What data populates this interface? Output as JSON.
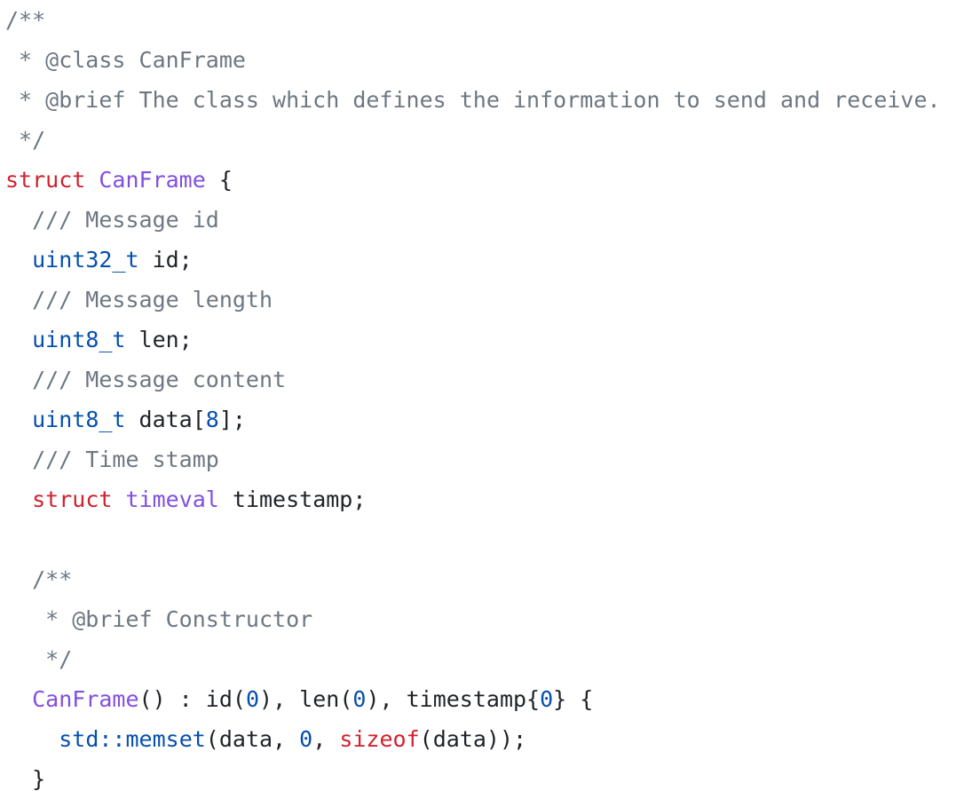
{
  "code": {
    "lines": [
      [
        {
          "t": "/**",
          "c": "cm"
        }
      ],
      [
        {
          "t": " * @class CanFrame",
          "c": "cm"
        }
      ],
      [
        {
          "t": " * @brief The class which defines the information to send and receive.",
          "c": "cm"
        }
      ],
      [
        {
          "t": " */",
          "c": "cm"
        }
      ],
      [
        {
          "t": "struct",
          "c": "kw"
        },
        {
          "t": " ",
          "c": "pl"
        },
        {
          "t": "CanFrame",
          "c": "fn"
        },
        {
          "t": " {",
          "c": "pl"
        }
      ],
      [
        {
          "t": "  /// Message id",
          "c": "cm"
        }
      ],
      [
        {
          "t": "  ",
          "c": "pl"
        },
        {
          "t": "uint32_t",
          "c": "ty"
        },
        {
          "t": " id;",
          "c": "pl"
        }
      ],
      [
        {
          "t": "  /// Message length",
          "c": "cm"
        }
      ],
      [
        {
          "t": "  ",
          "c": "pl"
        },
        {
          "t": "uint8_t",
          "c": "ty"
        },
        {
          "t": " len;",
          "c": "pl"
        }
      ],
      [
        {
          "t": "  /// Message content",
          "c": "cm"
        }
      ],
      [
        {
          "t": "  ",
          "c": "pl"
        },
        {
          "t": "uint8_t",
          "c": "ty"
        },
        {
          "t": " data[",
          "c": "pl"
        },
        {
          "t": "8",
          "c": "num"
        },
        {
          "t": "];",
          "c": "pl"
        }
      ],
      [
        {
          "t": "  /// Time stamp",
          "c": "cm"
        }
      ],
      [
        {
          "t": "  ",
          "c": "pl"
        },
        {
          "t": "struct",
          "c": "kw"
        },
        {
          "t": " ",
          "c": "pl"
        },
        {
          "t": "timeval",
          "c": "fn"
        },
        {
          "t": " timestamp;",
          "c": "pl"
        }
      ],
      [],
      [
        {
          "t": "  /**",
          "c": "cm"
        }
      ],
      [
        {
          "t": "   * @brief Constructor",
          "c": "cm"
        }
      ],
      [
        {
          "t": "   */",
          "c": "cm"
        }
      ],
      [
        {
          "t": "  ",
          "c": "pl"
        },
        {
          "t": "CanFrame",
          "c": "fn"
        },
        {
          "t": "() : id(",
          "c": "pl"
        },
        {
          "t": "0",
          "c": "num"
        },
        {
          "t": "), len(",
          "c": "pl"
        },
        {
          "t": "0",
          "c": "num"
        },
        {
          "t": "), timestamp{",
          "c": "pl"
        },
        {
          "t": "0",
          "c": "num"
        },
        {
          "t": "} {",
          "c": "pl"
        }
      ],
      [
        {
          "t": "    ",
          "c": "pl"
        },
        {
          "t": "std::",
          "c": "ns"
        },
        {
          "t": "memset",
          "c": "ns"
        },
        {
          "t": "(data, ",
          "c": "pl"
        },
        {
          "t": "0",
          "c": "num"
        },
        {
          "t": ", ",
          "c": "pl"
        },
        {
          "t": "sizeof",
          "c": "kw"
        },
        {
          "t": "(data));",
          "c": "pl"
        }
      ],
      [
        {
          "t": "  }",
          "c": "pl"
        }
      ]
    ]
  }
}
